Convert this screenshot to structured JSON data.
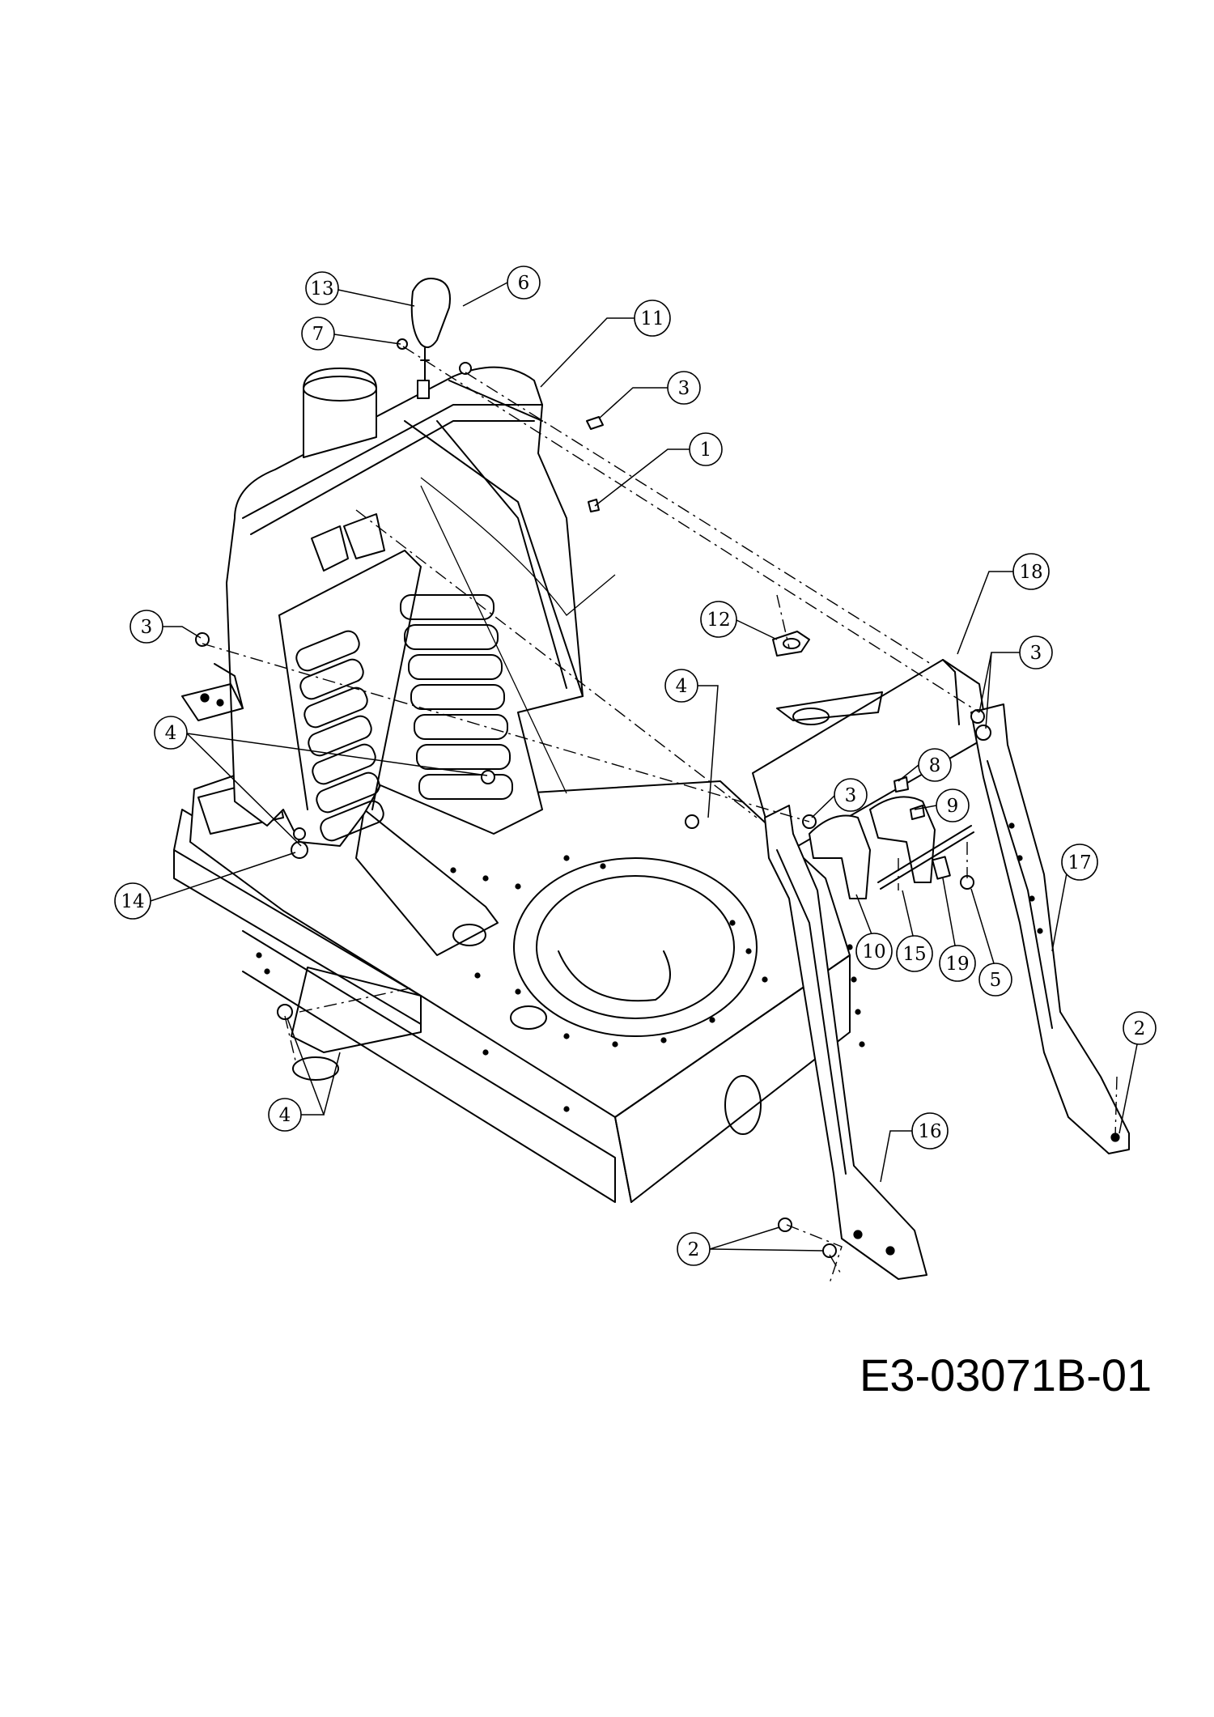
{
  "drawing_number": "E3-03071B-01",
  "callouts": [
    {
      "id": "c13",
      "label": "13"
    },
    {
      "id": "c6",
      "label": "6"
    },
    {
      "id": "c7",
      "label": "7"
    },
    {
      "id": "c11",
      "label": "11"
    },
    {
      "id": "c3a",
      "label": "3"
    },
    {
      "id": "c1",
      "label": "1"
    },
    {
      "id": "c3b",
      "label": "3"
    },
    {
      "id": "c18",
      "label": "18"
    },
    {
      "id": "c12",
      "label": "12"
    },
    {
      "id": "c3c",
      "label": "3"
    },
    {
      "id": "c4a",
      "label": "4"
    },
    {
      "id": "c4b",
      "label": "4"
    },
    {
      "id": "c8",
      "label": "8"
    },
    {
      "id": "c3d",
      "label": "3"
    },
    {
      "id": "c9",
      "label": "9"
    },
    {
      "id": "c17",
      "label": "17"
    },
    {
      "id": "c14",
      "label": "14"
    },
    {
      "id": "c10",
      "label": "10"
    },
    {
      "id": "c15",
      "label": "15"
    },
    {
      "id": "c19",
      "label": "19"
    },
    {
      "id": "c5",
      "label": "5"
    },
    {
      "id": "c2a",
      "label": "2"
    },
    {
      "id": "c4c",
      "label": "4"
    },
    {
      "id": "c16",
      "label": "16"
    },
    {
      "id": "c2b",
      "label": "2"
    }
  ]
}
